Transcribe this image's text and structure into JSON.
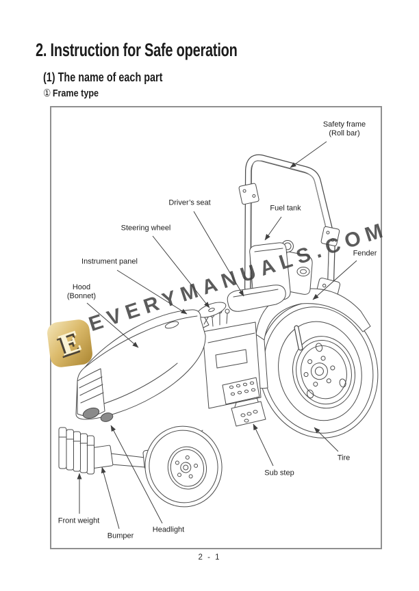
{
  "page": {
    "title": "2. Instruction for Safe operation",
    "section_heading": "(1) The name of each part",
    "subsection_marker": "①",
    "subsection_title": "Frame type",
    "page_number": "2 - 1"
  },
  "watermark": {
    "text": "EVERYMANUALS.COM",
    "logo_letter": "E",
    "text_color": "#3f3f3f",
    "logo_gold_light": "#f4e6ba",
    "logo_gold_dark": "#aa8531"
  },
  "diagram": {
    "border_color": "#8f8f8f",
    "line_color": "#4a4a4a",
    "labels": [
      {
        "id": "safety-frame",
        "line1": "Safety frame",
        "line2": "(Roll bar)"
      },
      {
        "id": "drivers-seat",
        "line1": "Driver’s seat",
        "line2": ""
      },
      {
        "id": "fuel-tank",
        "line1": "Fuel tank",
        "line2": ""
      },
      {
        "id": "steering-wheel",
        "line1": "Steering wheel",
        "line2": ""
      },
      {
        "id": "instrument-panel",
        "line1": "Instrument panel",
        "line2": ""
      },
      {
        "id": "fender",
        "line1": "Fender",
        "line2": ""
      },
      {
        "id": "hood",
        "line1": "Hood",
        "line2": "(Bonnet)"
      },
      {
        "id": "tire",
        "line1": "Tire",
        "line2": ""
      },
      {
        "id": "sub-step",
        "line1": "Sub step",
        "line2": ""
      },
      {
        "id": "front-weight",
        "line1": "Front weight",
        "line2": ""
      },
      {
        "id": "bumper",
        "line1": "Bumper",
        "line2": ""
      },
      {
        "id": "headlight",
        "line1": "Headlight",
        "line2": ""
      }
    ]
  }
}
